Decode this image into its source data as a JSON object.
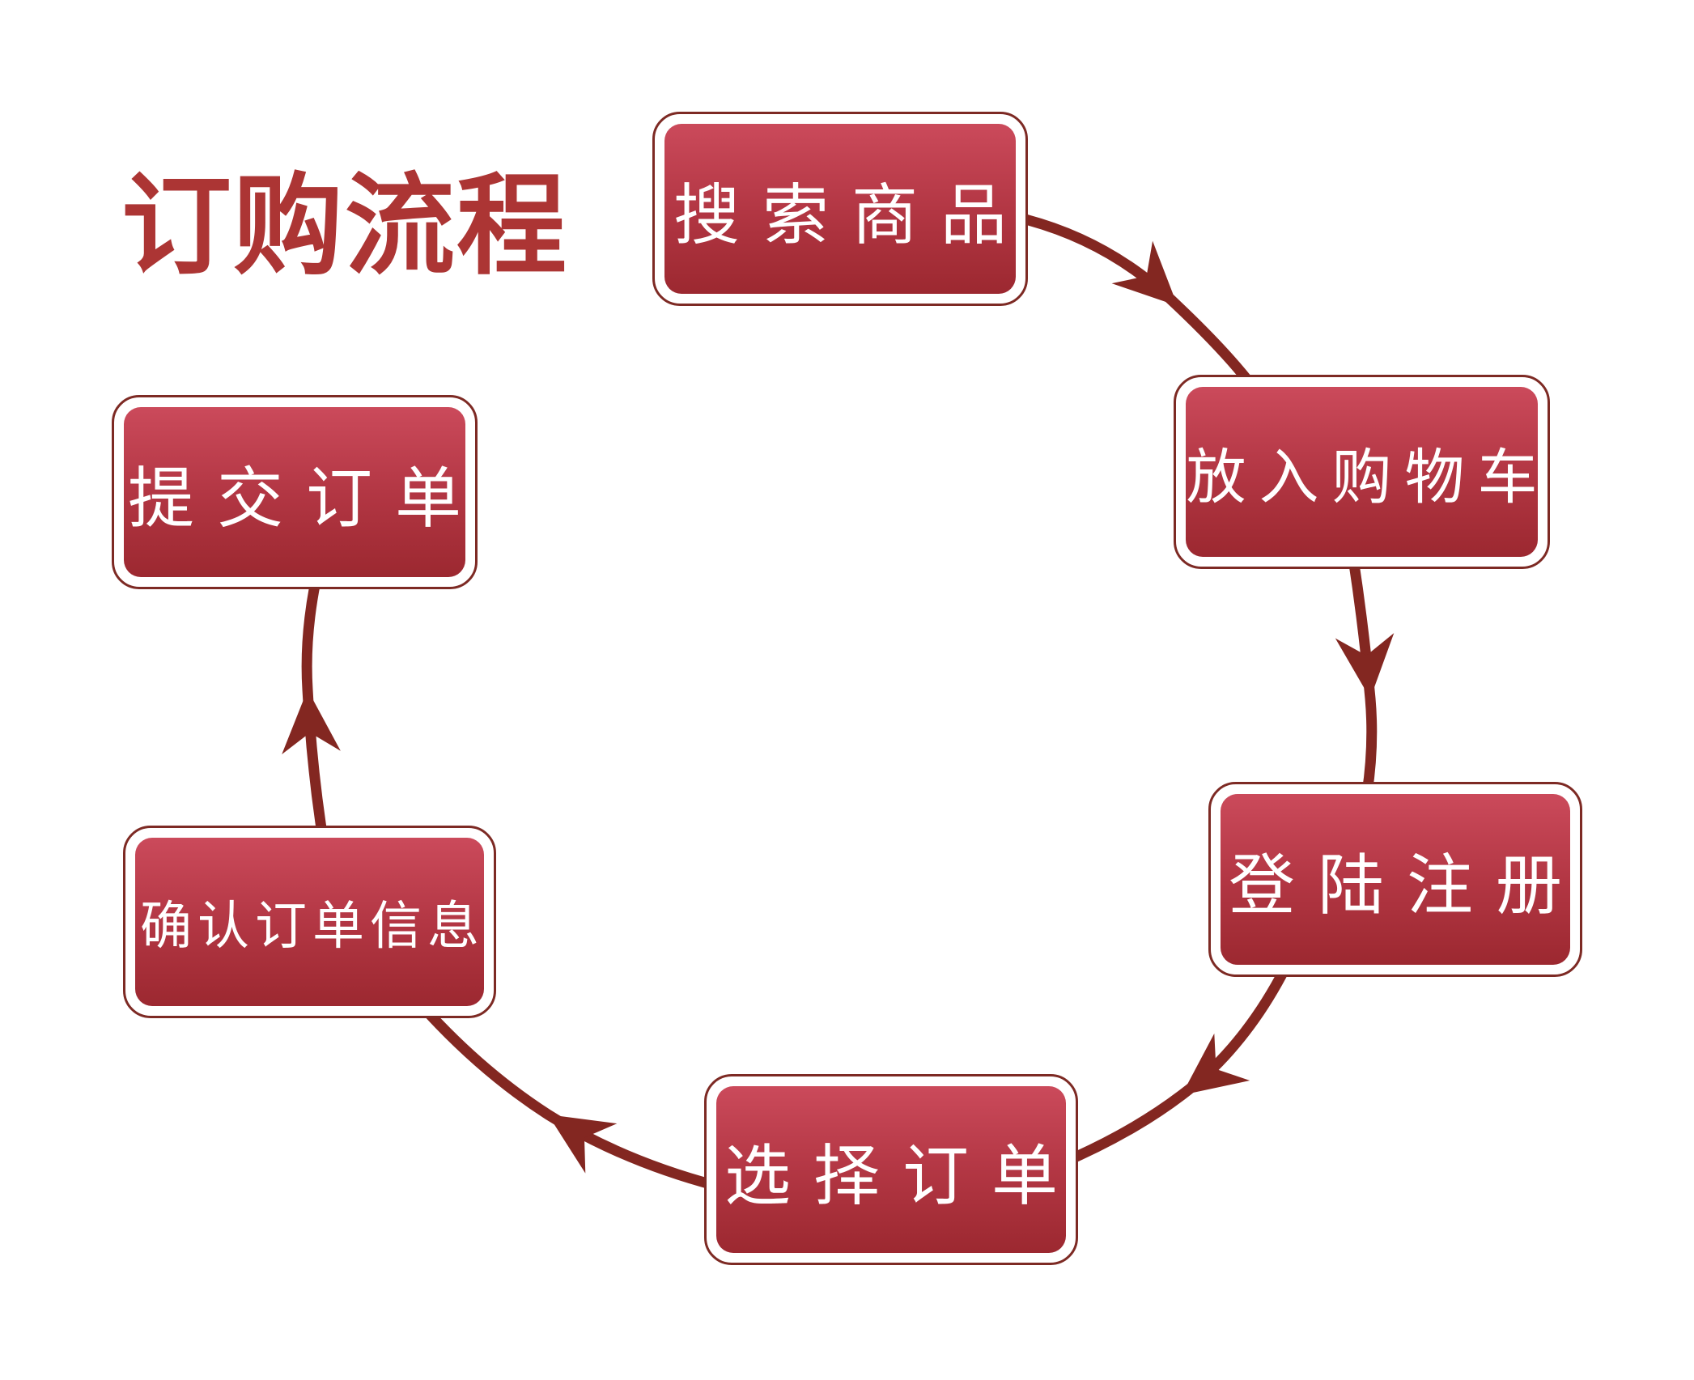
{
  "title": "订购流程",
  "diagram": {
    "type": "flow",
    "direction": "clockwise-cycle-layout",
    "nodes": [
      {
        "id": "search-product",
        "label": "搜索商品"
      },
      {
        "id": "add-to-cart",
        "label": "放入购物车"
      },
      {
        "id": "login-register",
        "label": "登陆注册"
      },
      {
        "id": "select-order",
        "label": "选择订单"
      },
      {
        "id": "confirm-order-info",
        "label": "确认订单信息"
      },
      {
        "id": "submit-order",
        "label": "提交订单"
      }
    ],
    "edges": [
      {
        "from": "搜索商品",
        "to": "放入购物车"
      },
      {
        "from": "放入购物车",
        "to": "登陆注册"
      },
      {
        "from": "登陆注册",
        "to": "选择订单"
      },
      {
        "from": "选择订单",
        "to": "确认订单信息"
      },
      {
        "from": "确认订单信息",
        "to": "提交订单"
      }
    ]
  },
  "colors": {
    "title_color": "#ac3534",
    "arrow_color": "#832721",
    "border_color": "#7d2a24",
    "box_top": "#cb4a5b",
    "box_mid": "#b23643",
    "box_bottom": "#9c2830",
    "node_text": "#ffffff",
    "bg": "#ffffff"
  }
}
